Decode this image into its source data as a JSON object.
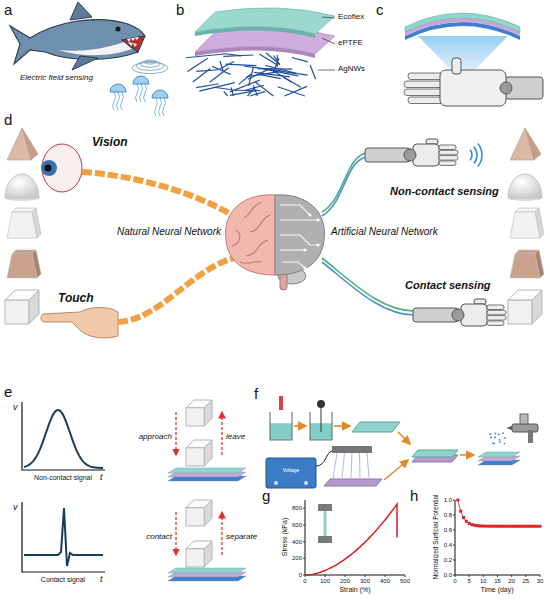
{
  "diagram": {
    "labels": [
      "a",
      "Electric field sensing",
      "b",
      "Ecoflex",
      "ePTFE",
      "AgNWs",
      "c",
      "d",
      "Vision",
      "Touch",
      "Natural Neural Network",
      "Artificial Neural Network",
      "Non-contact sensing",
      "Contact sensing",
      "e",
      "v",
      "t",
      "Non-contact signal",
      "approach",
      "leave",
      "v",
      "t",
      "Contact signal",
      "contact",
      "separate",
      "f",
      "Voltage",
      "g",
      "0",
      "200",
      "400",
      "600",
      "800",
      "0",
      "100",
      "200",
      "300",
      "400",
      "500",
      "Stress (kPa)",
      "Strain (%)",
      "h",
      "0.0",
      "0.2",
      "0.4",
      "0.6",
      "0.8",
      "1.0",
      "Normalized Surficial Potential",
      "0",
      "5",
      "10",
      "15",
      "20",
      "25",
      "30",
      "Time (day)"
    ]
  }
}
